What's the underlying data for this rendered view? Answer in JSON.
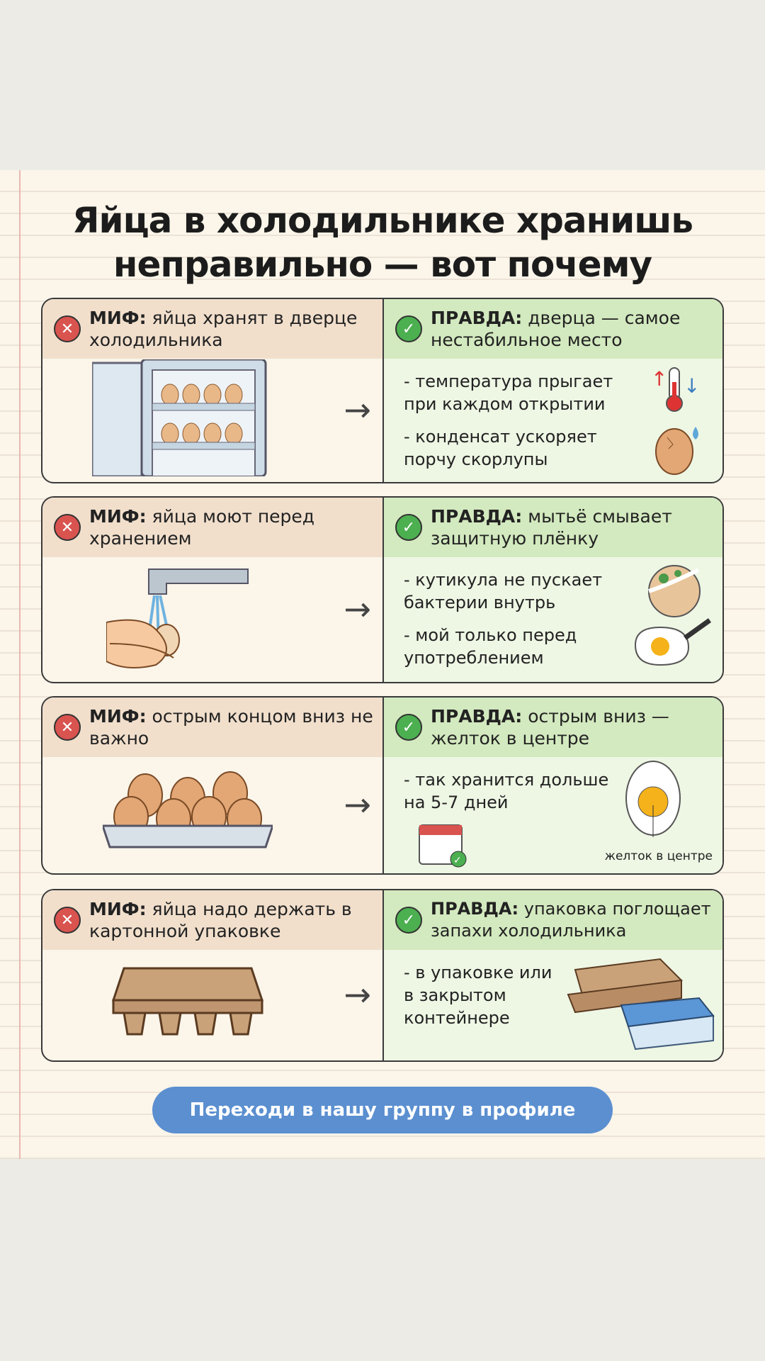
{
  "title": {
    "line1": "Яйца в холодильнике хранишь",
    "line2": "неправильно — вот почему"
  },
  "cards": [
    {
      "myth_label": "МИФ:",
      "myth": "яйца хранят в дверце холодильника",
      "truth_label": "ПРАВДА:",
      "truth": "дверца — самое нестабильное место",
      "points": [
        "- температура прыгает при каждом открытии",
        "- конденсат ускоряет порчу скорлупы"
      ]
    },
    {
      "myth_label": "МИФ:",
      "myth": "яйца моют перед хранением",
      "truth_label": "ПРАВДА:",
      "truth": "мытьё смывает защитную плёнку",
      "points": [
        "- кутикула не пускает бактерии внутрь",
        "- мой только перед употреблением"
      ]
    },
    {
      "myth_label": "МИФ:",
      "myth": "острым концом вниз не важно",
      "truth_label": "ПРАВДА:",
      "truth": "острым вниз — желток в центре",
      "points": [
        "- так хранится дольше на 5-7 дней"
      ],
      "caption": "желток в центре"
    },
    {
      "myth_label": "МИФ:",
      "myth": "яйца надо держать в картонной упаковке",
      "truth_label": "ПРАВДА:",
      "truth": "упаковка поглощает запахи холодильника",
      "points": [
        "- в упаковке или в закрытом контейнере"
      ]
    }
  ],
  "cta": "Переходи в нашу группу в профиле"
}
